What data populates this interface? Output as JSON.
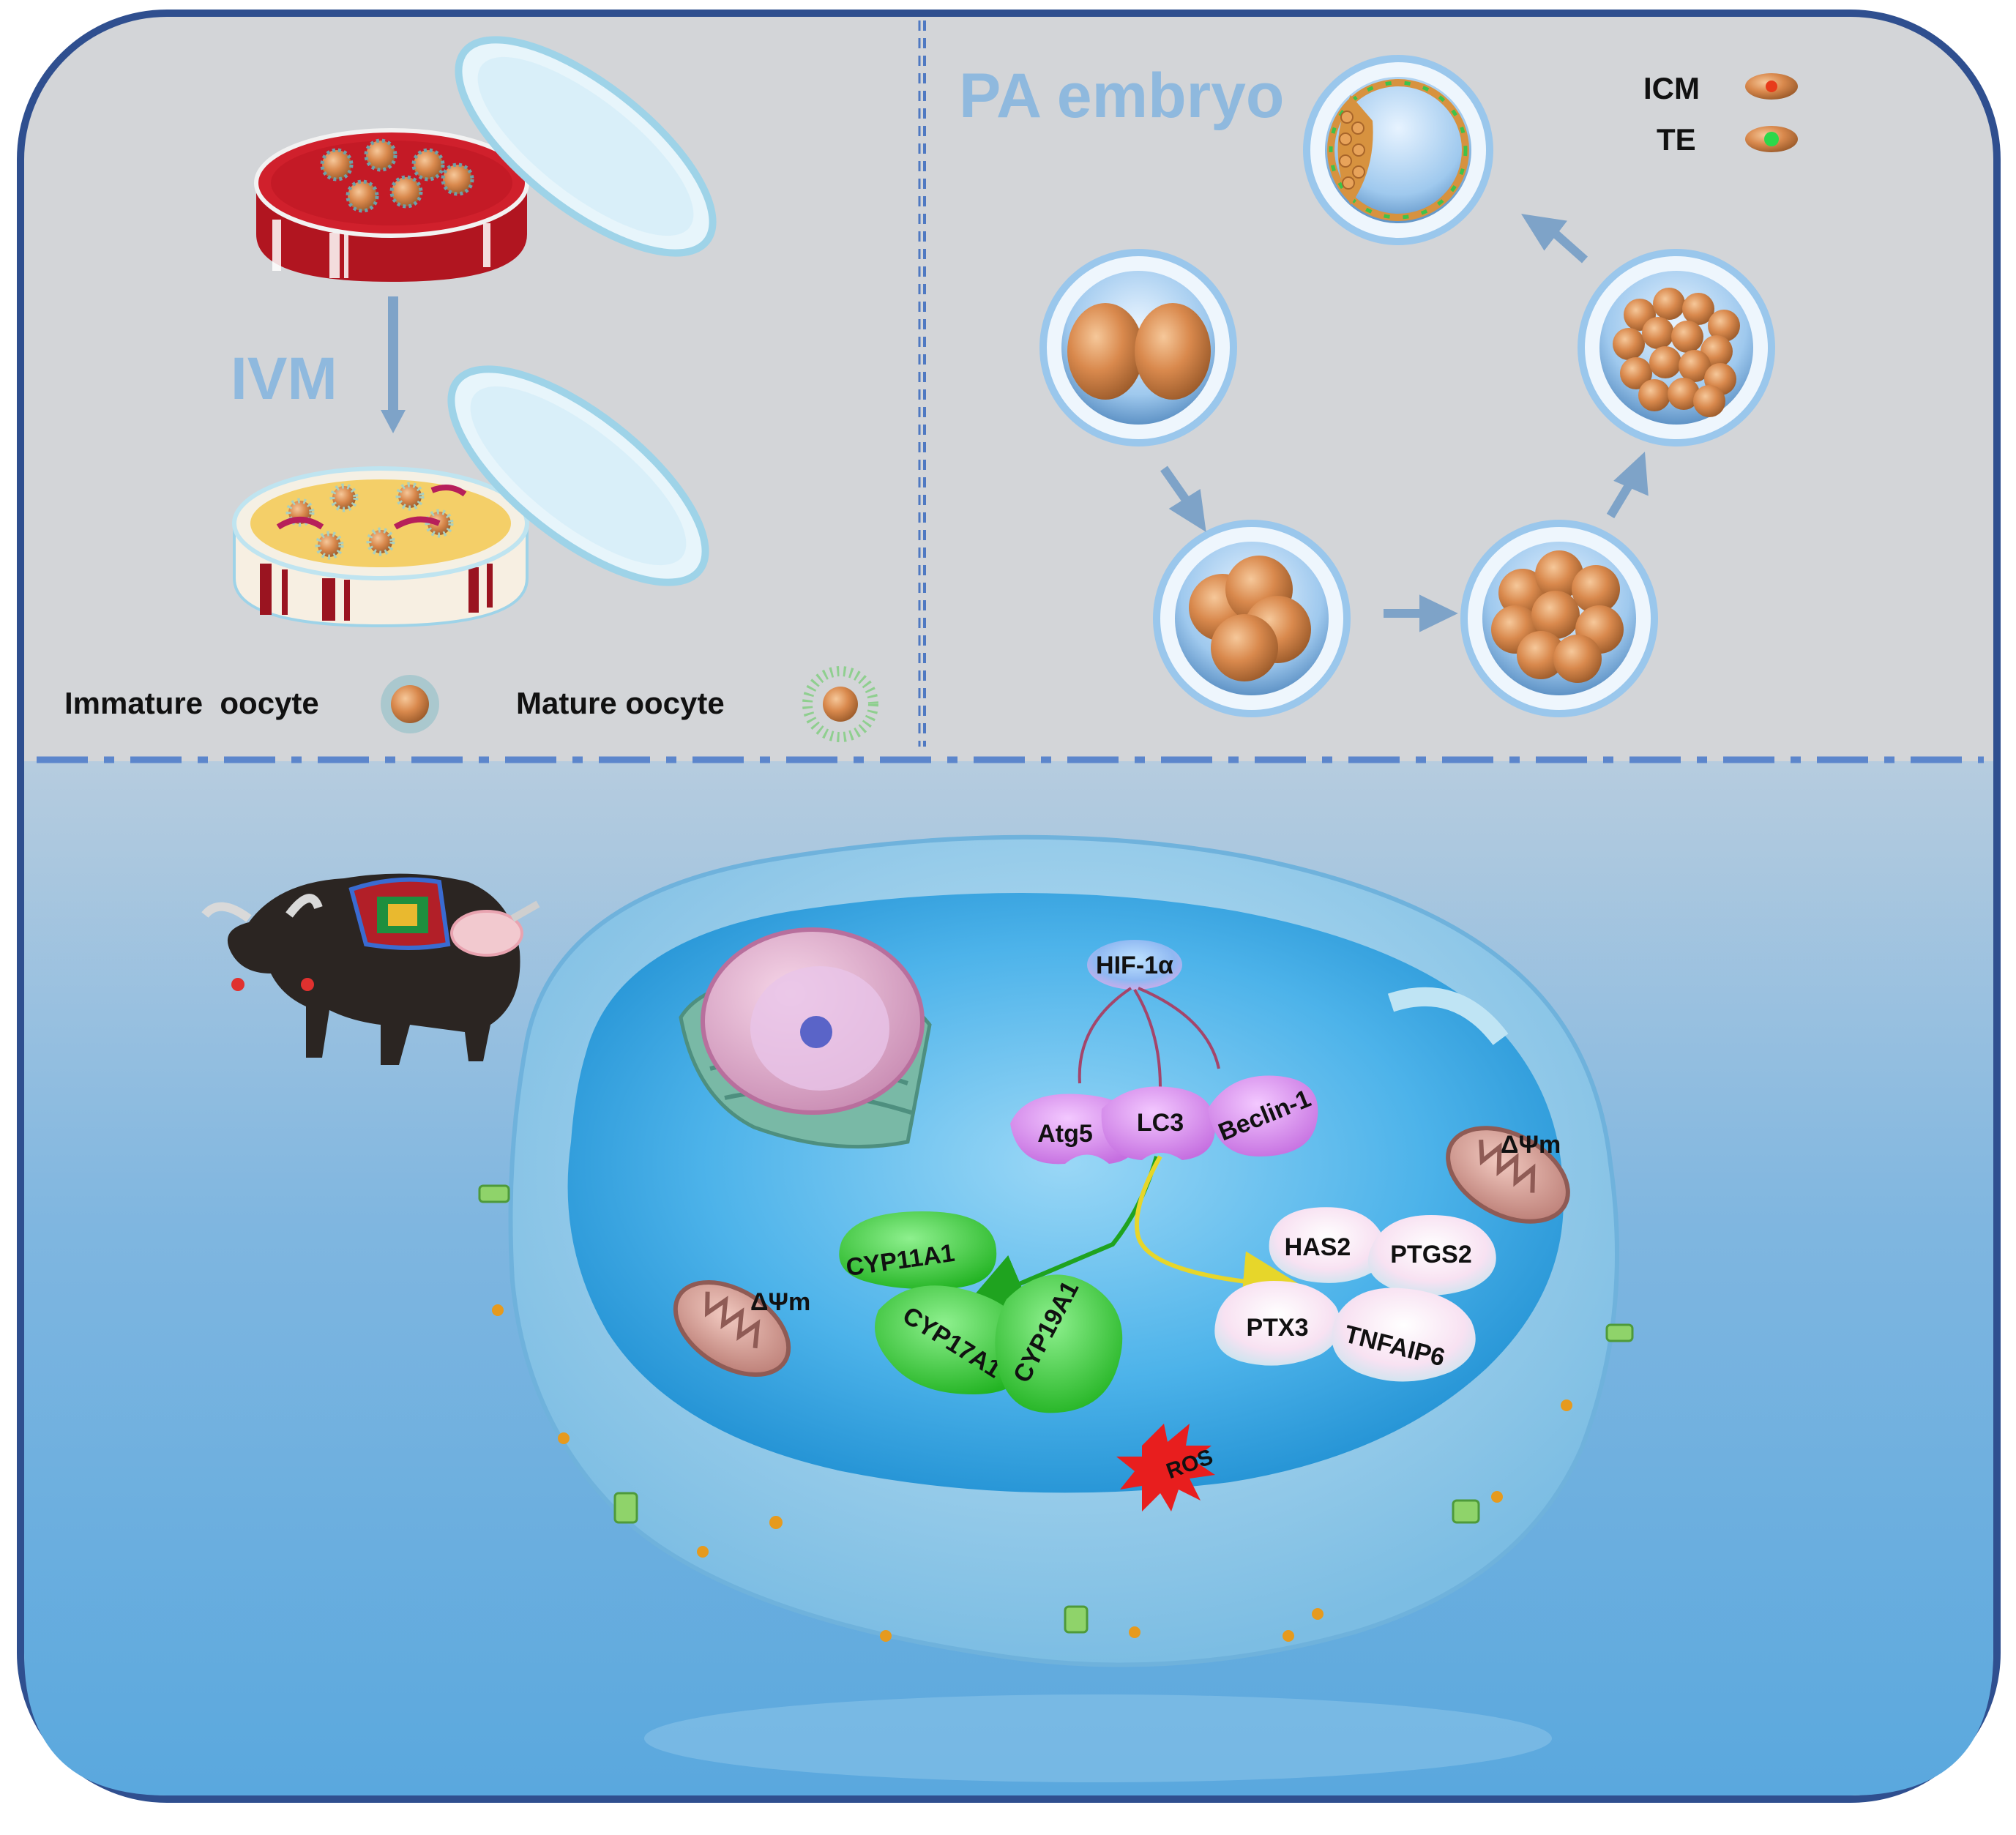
{
  "ivm_panel": {
    "process_label": "IVM",
    "legend": {
      "immature_label": "Immature  oocyte",
      "mature_label": "Mature oocyte"
    }
  },
  "pa_panel": {
    "title": "PA embryo",
    "legend": {
      "icm_label": "ICM",
      "te_label": "TE"
    }
  },
  "cell_panel": {
    "hif": "HIF-1α",
    "autophagy": {
      "atg5": "Atg5",
      "lc3": "LC3",
      "beclin": "Beclin-1"
    },
    "steroid_enzymes": {
      "cyp11a1": "CYP11A1",
      "cyp17a1": "CYP17A1",
      "cyp19a1": "CYP19A1"
    },
    "expansion_genes": {
      "has2": "HAS2",
      "ptgs2": "PTGS2",
      "ptx3": "PTX3",
      "tnfaip6": "TNFAIP6"
    },
    "mito_potential_left": "ΔΨm",
    "mito_potential_right": "ΔΨm",
    "ros": "ROS"
  },
  "colors": {
    "frame_border": "#2f4f8f",
    "panel_gray": "#d2d4d8",
    "panel_blue_top": "#a9c4de",
    "panel_blue_bottom": "#5ea9de",
    "title_blue": "#8fb9de",
    "oocyte_orange": "#d4874a",
    "dish_red": "#c0202a",
    "dish_yellow": "#f4cf68",
    "enzyme_green": "#3ccc3c",
    "autophagy_violet": "#d98ef0",
    "gene_pink": "#f4d8ec",
    "ros_red": "#e81e1e"
  }
}
